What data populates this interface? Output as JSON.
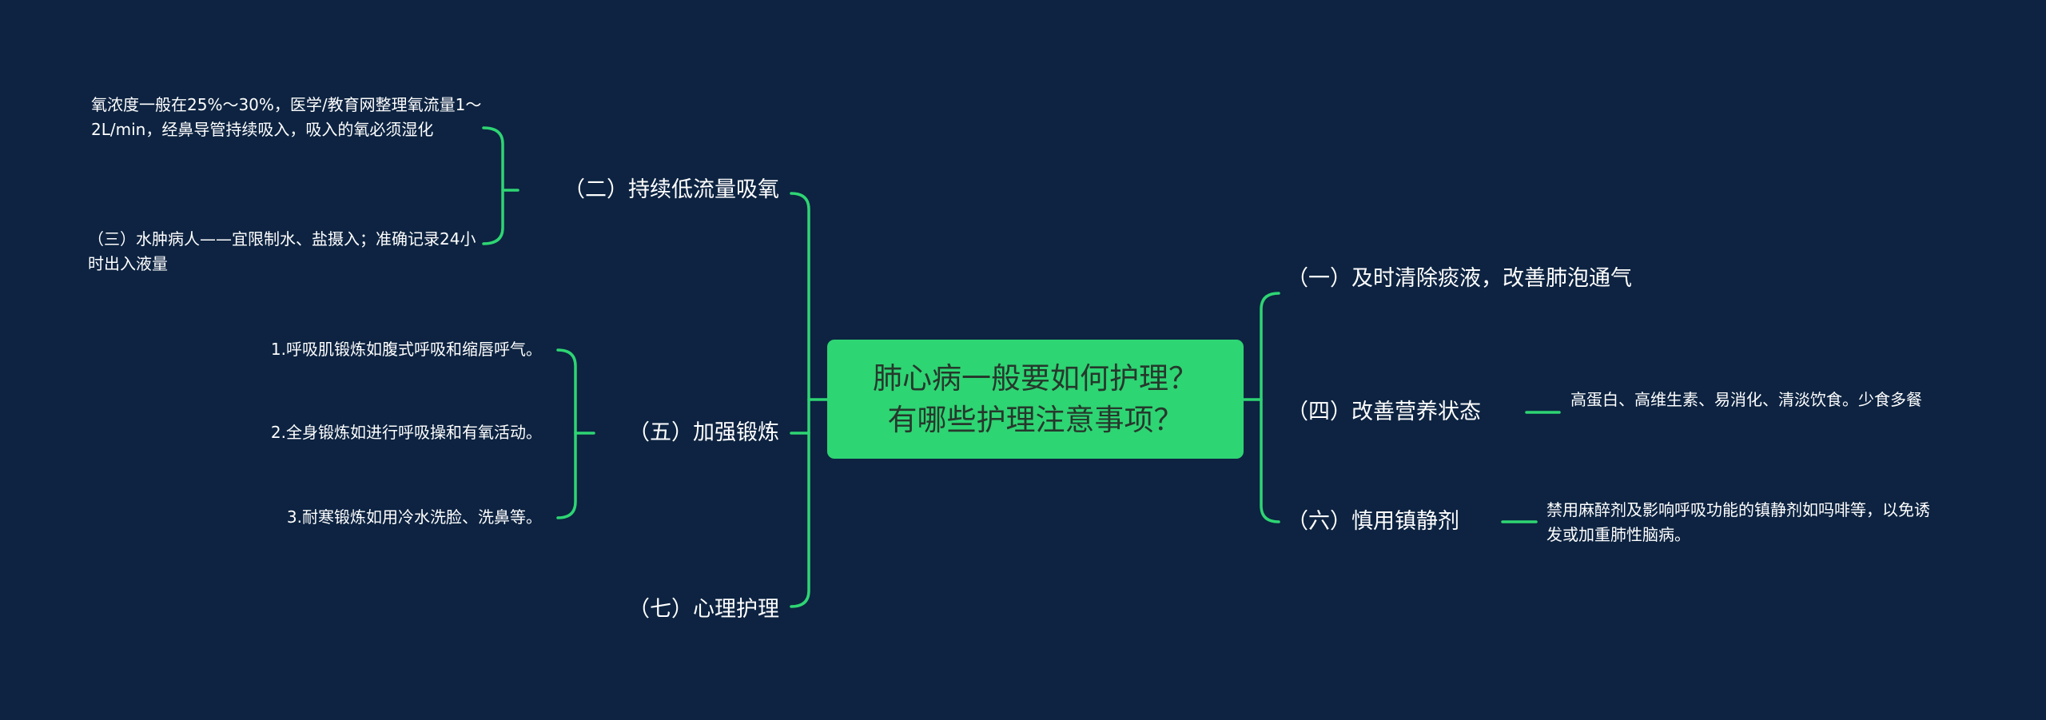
{
  "colors": {
    "background": "#0d2341",
    "accent": "#2ed573",
    "text": "#ffffff",
    "center_text": "#26382c"
  },
  "center": {
    "title": "肺心病一般要如何护理？有哪些护理注意事项？"
  },
  "left_branches": [
    {
      "label": "（二）持续低流量吸氧",
      "children": [
        "氧浓度一般在25%～30%，医学/教育网整理氧流量1～2L/min，经鼻导管持续吸入，吸入的氧必须湿化",
        "（三）水肿病人——宜限制水、盐摄入；准确记录24小时出入液量"
      ]
    },
    {
      "label": "（五）加强锻炼",
      "children": [
        "1.呼吸肌锻炼如腹式呼吸和缩唇呼气。",
        "2.全身锻炼如进行呼吸操和有氧活动。",
        "3.耐寒锻炼如用冷水洗脸、洗鼻等。"
      ]
    },
    {
      "label": "（七）心理护理",
      "children": []
    }
  ],
  "right_branches": [
    {
      "label": "（一）及时清除痰液，改善肺泡通气",
      "children": []
    },
    {
      "label": "（四）改善营养状态",
      "children": [
        "高蛋白、高维生素、易消化、清淡饮食。少食多餐"
      ]
    },
    {
      "label": "（六）慎用镇静剂",
      "children": [
        "禁用麻醉剂及影响呼吸功能的镇静剂如吗啡等，以免诱发或加重肺性脑病。"
      ]
    }
  ]
}
